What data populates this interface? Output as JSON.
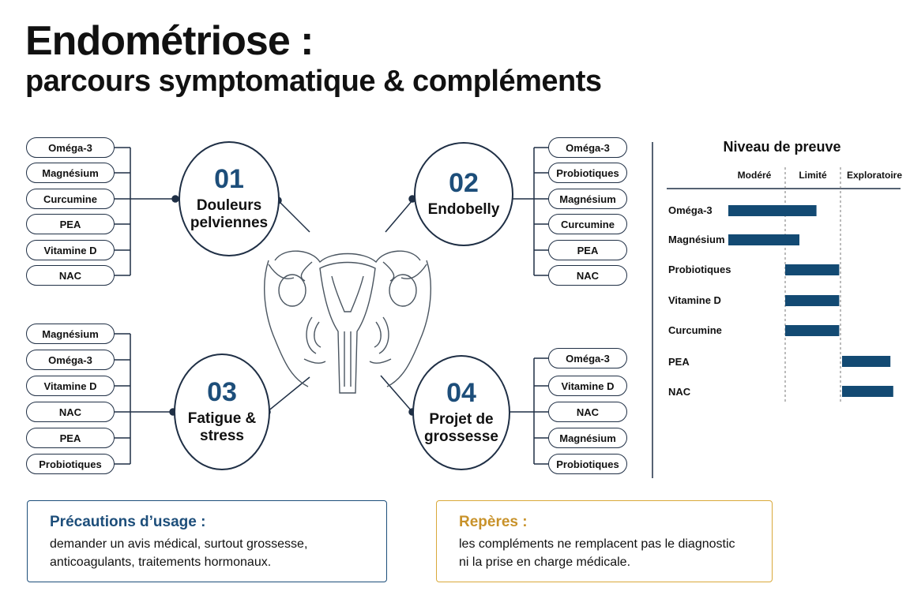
{
  "title": {
    "line1": "Endométriose :",
    "line2": "parcours symptomatique & compléments"
  },
  "colors": {
    "accent_blue": "#1d4e7a",
    "bar": "#134a73",
    "precaution_border": "#1d4e7a",
    "repere_border": "#d9a93a",
    "repere_title": "#c8922a"
  },
  "groups": [
    {
      "num": "01",
      "label": [
        "Douleurs",
        "pelviennes"
      ],
      "items": [
        "Oméga-3",
        "Magnésium",
        "Curcumine",
        "PEA",
        "Vitamine D",
        "NAC"
      ]
    },
    {
      "num": "02",
      "label": [
        "Endobelly"
      ],
      "items": [
        "Oméga-3",
        "Probiotiques",
        "Magnésium",
        "Curcumine",
        "PEA",
        "NAC"
      ]
    },
    {
      "num": "03",
      "label": [
        "Fatigue &",
        "stress"
      ],
      "items": [
        "Magnésium",
        "Oméga-3",
        "Vitamine D",
        "NAC",
        "PEA",
        "Probiotiques"
      ]
    },
    {
      "num": "04",
      "label": [
        "Projet de",
        "grossesse"
      ],
      "items": [
        "Oméga-3",
        "Vitamine D",
        "NAC",
        "Magnésium",
        "Probiotiques"
      ]
    }
  ],
  "evidence": {
    "title": "Niveau de preuve",
    "levels": [
      "Modéré",
      "Limité",
      "Exploratoire"
    ],
    "rows": [
      {
        "name": "Oméga-3",
        "start": 0.0,
        "end": 1.55
      },
      {
        "name": "Magnésium",
        "start": 0.0,
        "end": 1.25
      },
      {
        "name": "Probiotiques",
        "start": 1.0,
        "end": 1.95
      },
      {
        "name": "Vitamine D",
        "start": 1.0,
        "end": 1.95
      },
      {
        "name": "Curcumine",
        "start": 1.0,
        "end": 1.95
      },
      {
        "name": "PEA",
        "start": 2.0,
        "end": 2.85
      },
      {
        "name": "NAC",
        "start": 2.0,
        "end": 2.9
      }
    ]
  },
  "precautions": {
    "title": "Précautions d’usage :",
    "line1": "demander un avis médical, surtout grossesse,",
    "line2": "anticoagulants, traitements hormonaux."
  },
  "reperes": {
    "title": "Repères :",
    "line1": "les compléments ne remplacent pas le diagnostic",
    "line2": "ni la prise en charge médicale."
  }
}
